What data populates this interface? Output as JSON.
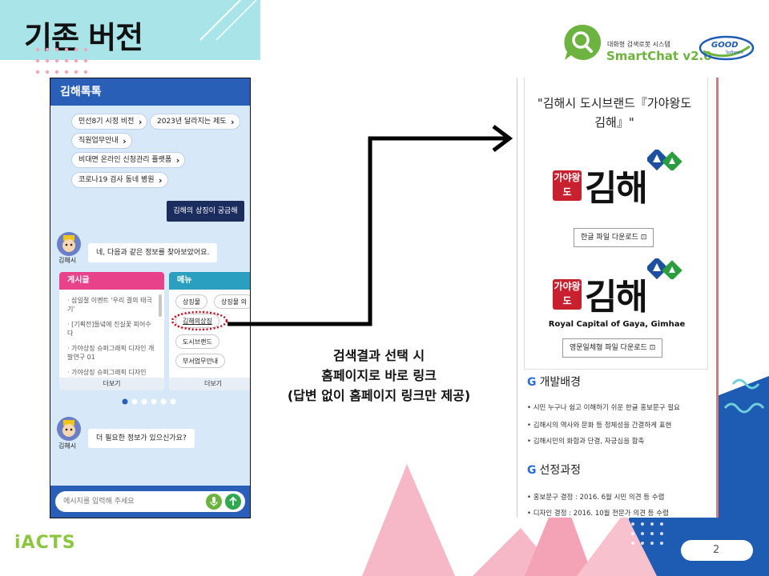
{
  "slide": {
    "title": "기존 버전",
    "page_number": "2",
    "footer_brand": "iACTS",
    "caption": [
      "검색결과 선택 시",
      "홈페이지로 바로 링크",
      "(답변 없이 홈페이지 링크만 제공)"
    ]
  },
  "logos": {
    "smartchat_sub": "대화형 검색로봇 시스템",
    "smartchat_name": "SmartChat v2.0",
    "good_text": "GOOD",
    "good_sub": "Software"
  },
  "chatbot": {
    "header_title": "김해톡톡",
    "chips": [
      "민선8기 시정 비전",
      "2023년 달라지는 제도",
      "직원업무안내",
      "비대면 온라인 신청관리 플랫폼",
      "코로나19 검사 동네 병원"
    ],
    "user_message": "김해의 상징이 궁금해",
    "bot_name": "김해시",
    "bot_message_1": "네, 다음과 같은 정보를 찾아보았어요.",
    "card_posts": {
      "title": "게시글",
      "items": [
        "삼일절 이벤트 '우리 결의 태극기'",
        "[기획전]들녘에 진실꽃 피어수다",
        "가야상징 슈퍼그래픽 디자인 개발연구 01",
        "가야상징 슈퍼그래픽 디자인"
      ],
      "more": "더보기"
    },
    "card_menu": {
      "title": "메뉴",
      "items": [
        "상징물",
        "상징물 의",
        "김해의상징",
        "도시브랜드",
        "부서업무안내"
      ],
      "more": "더보기"
    },
    "bot_message_2": "더 필요한 정보가 있으신가요?",
    "input_placeholder": "메시지를 입력해 주세요"
  },
  "website": {
    "title": "\"김해시 도시브랜드『가야왕도 김해』\"",
    "brand_small": "가야왕도",
    "brand_big": "김해",
    "btn_hangul": "한글 파일 다운로드",
    "brand_english": "Royal Capital of Gaya, Gimhae",
    "btn_eng": "영문일체형 파일 다운로드",
    "section1_title": "개발배경",
    "section1_items": [
      "시민 누구나 쉽고 이해하기 쉬운 한글 홍보문구 필요",
      "김해시의 역사와 문화 등 정체성을 간결하게 표현",
      "김해시민의 화합과 단결, 자긍심을 함축"
    ],
    "section2_title": "선정과정",
    "section2_items": [
      "홍보문구 결정 : 2016. 6월 시민 의견 등 수렴",
      "디자인 결정 : 2016. 10월 전문가 의견 등 수렴"
    ]
  },
  "colors": {
    "title_band": "#a8e4e8",
    "chat_header": "#2a5fb7",
    "chat_bg": "#d7e8f8",
    "user_bubble": "#1b2c5f",
    "posts_card": "#e8428b",
    "menu_card": "#2a9fbf",
    "brand_red": "#c8202f",
    "accent_blue": "#2b6dd7",
    "green": "#6db33f",
    "pink": "#f6b8c6"
  }
}
